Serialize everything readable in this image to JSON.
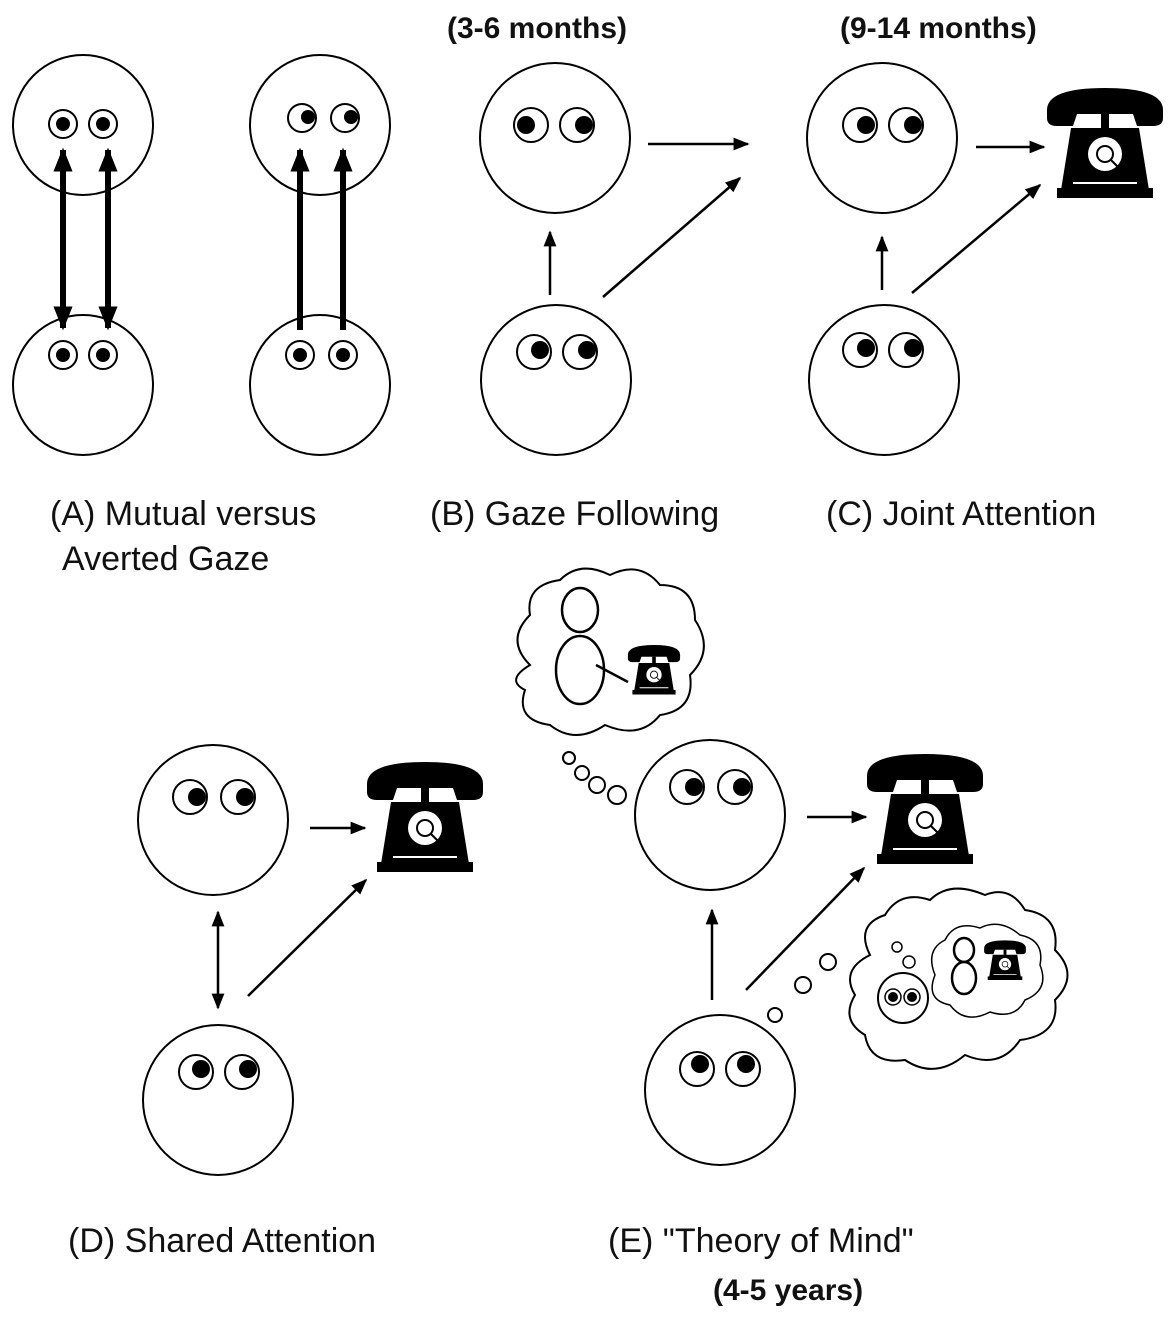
{
  "ages": {
    "b": "(3-6 months)",
    "c": "(9-14 months)",
    "e": "(4-5 years)"
  },
  "panels": {
    "a": {
      "letter": "(A)",
      "title_line1": "Mutual versus",
      "title_line2": "Averted Gaze"
    },
    "b": {
      "letter": "(B)",
      "title": "Gaze Following"
    },
    "c": {
      "letter": "(C)",
      "title": "Joint Attention"
    },
    "d": {
      "letter": "(D)",
      "title": "Shared Attention"
    },
    "e": {
      "letter": "(E)",
      "title": "\"Theory of Mind\""
    }
  },
  "icons": [
    "face-icon",
    "telephone-icon",
    "thought-bubble-icon",
    "arrow-icon"
  ]
}
